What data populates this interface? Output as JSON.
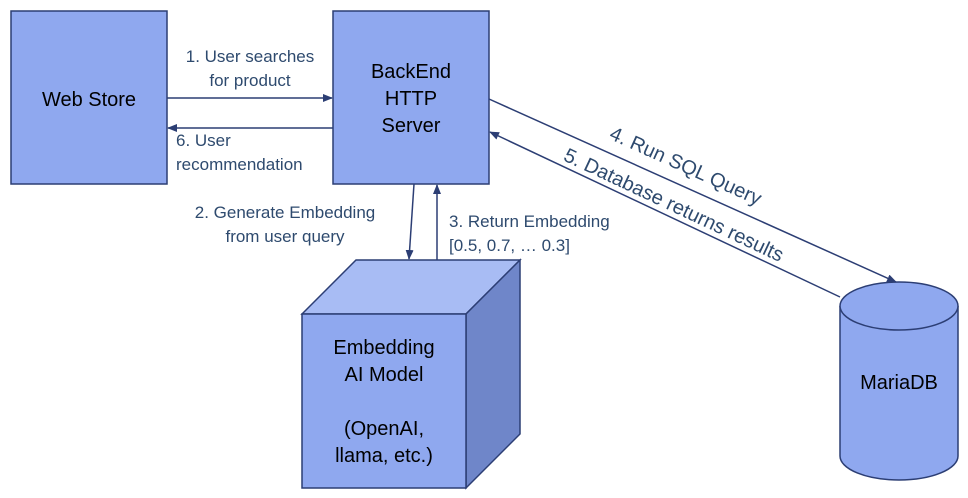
{
  "colors": {
    "box_fill": "#8fa8ef",
    "box_stroke": "#2c3e74",
    "cube_top": "#a8bcf4",
    "cube_side": "#6f86c9",
    "arrow": "#2c3e74",
    "label_text": "#2e4a6e"
  },
  "nodes": {
    "web_store": "Web Store",
    "backend": [
      "BackEnd",
      "HTTP",
      "Server"
    ],
    "embedding_model": [
      "Embedding",
      "AI Model",
      "",
      "(OpenAI,",
      "llama, etc.)"
    ],
    "mariadb": "MariaDB"
  },
  "edges": {
    "user_searches": [
      "1. User searches",
      "for product"
    ],
    "generate_embedding": [
      "2. Generate Embedding",
      "from user query"
    ],
    "return_embedding": [
      "3. Return Embedding",
      "[0.5, 0.7, … 0.3]"
    ],
    "run_sql": "4. Run SQL Query",
    "db_returns": "5. Database returns results",
    "user_recommendation": [
      "6. User",
      "recommendation"
    ]
  }
}
